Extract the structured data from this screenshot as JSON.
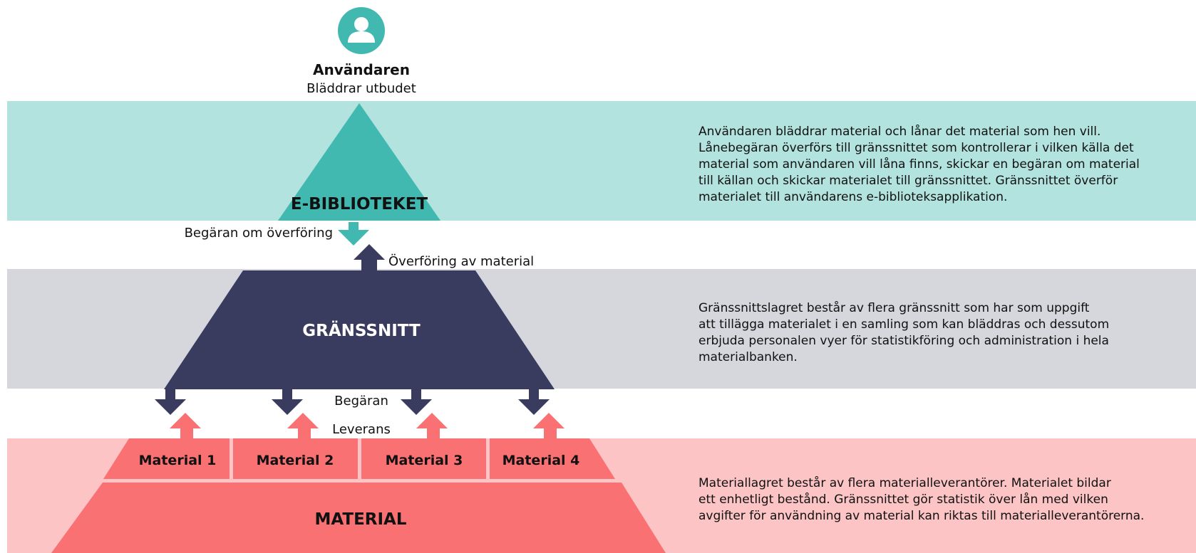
{
  "colors": {
    "teal_band": "#b2e3df",
    "teal": "#41b8b0",
    "gray_band": "#d6d6dd",
    "navy": "#393b5f",
    "pink_band": "#fcc4c5",
    "coral": "#f97173",
    "white": "#ffffff"
  },
  "user": {
    "icon": "user-avatar-icon",
    "title": "Användaren",
    "subtitle": "Bläddrar utbudet"
  },
  "layers": {
    "library": {
      "label": "E-BIBLIOTEKET",
      "description": [
        "Användaren bläddrar material och lånar det material som hen vill.",
        "Lånebegäran överförs till gränssnittet som kontrollerar i vilken källa det",
        "material som användaren vill låna finns, skickar en begäran om material",
        "till källan och skickar materialet till gränssnittet. Gränssnittet överför",
        "materialet till användarens e-biblioteksapplikation."
      ]
    },
    "interface": {
      "label": "GRÄNSSNITT",
      "description": [
        "Gränssnittslagret består av flera gränssnitt som har som uppgift",
        "att tillägga materialet i en samling som kan bläddras och dessutom",
        "erbjuda personalen vyer för statistikföring och administration i hela",
        "materialbanken."
      ]
    },
    "material": {
      "label": "MATERIAL",
      "items": [
        "Material 1",
        "Material 2",
        "Material 3",
        "Material 4"
      ],
      "description": [
        "Materiallagret består av flera materialleverantörer. Materialet bildar",
        "ett enhetligt bestånd. Gränssnittet gör statistik över lån med vilken",
        "avgifter för användning av material kan riktas till materialleverantörerna."
      ]
    }
  },
  "arrows": {
    "transfer_request": "Begäran om överföring",
    "material_transfer": "Överföring av material",
    "request": "Begäran",
    "delivery": "Leverans"
  }
}
